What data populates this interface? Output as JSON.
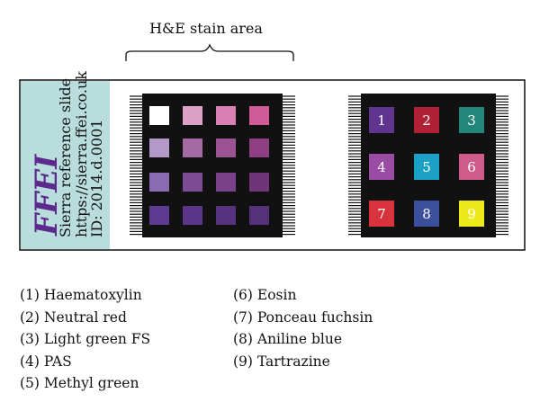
{
  "header": {
    "label": "H&E stain area"
  },
  "slide_label": {
    "logo_text": "FFEI",
    "line1": "Sierra reference slide",
    "line2": "https://sierra.ffei.co.uk",
    "line3": "ID: 2014.d.0001"
  },
  "colors": {
    "label_bg": "#b9dddd",
    "logo": "#5c2a8c",
    "block_bg": "#111111"
  },
  "he_patches": [
    [
      "#ffffff",
      "#dda1c7",
      "#d97fb4",
      "#cf5b98"
    ],
    [
      "#b398c8",
      "#a46aa4",
      "#9b5393",
      "#8e3e82"
    ],
    [
      "#8a6ab0",
      "#7e4c95",
      "#78418a",
      "#6e3579"
    ],
    [
      "#5f3a93",
      "#5b3688",
      "#56327f",
      "#553179"
    ]
  ],
  "stain_patches": [
    {
      "num": "1",
      "color": "#5f3590"
    },
    {
      "num": "2",
      "color": "#b02136"
    },
    {
      "num": "3",
      "color": "#24857b"
    },
    {
      "num": "4",
      "color": "#9a4ca5"
    },
    {
      "num": "5",
      "color": "#1aa1c5"
    },
    {
      "num": "6",
      "color": "#cf5b8a"
    },
    {
      "num": "7",
      "color": "#d8323d"
    },
    {
      "num": "8",
      "color": "#3c4f9c"
    },
    {
      "num": "9",
      "color": "#ecea1a"
    }
  ],
  "legend_left": [
    "(1) Haematoxylin",
    "(2) Neutral red",
    "(3) Light green FS",
    "(4) PAS",
    "(5) Methyl green"
  ],
  "legend_right": [
    "(6) Eosin",
    "(7) Ponceau fuchsin",
    "(8) Aniline blue",
    "(9) Tartrazine"
  ]
}
